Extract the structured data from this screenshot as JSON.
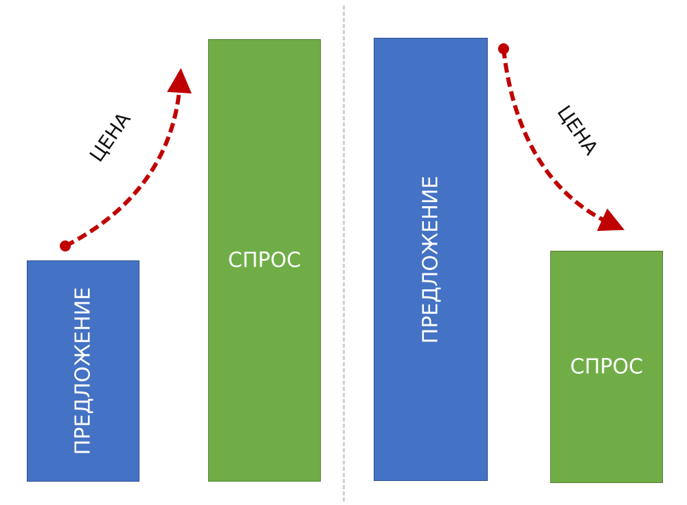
{
  "colors": {
    "supply": "#4472c4",
    "demand": "#70ad47",
    "arrow": "#c00000",
    "divider": "#d0d0d0",
    "label_text": "#ffffff"
  },
  "panels": [
    {
      "name": "left",
      "supply": {
        "label": "ПРЕДЛОЖЕНИЕ",
        "relative_height": "low"
      },
      "demand": {
        "label": "СПРОС",
        "relative_height": "high"
      },
      "price_arrow": {
        "label": "ЦЕНА",
        "direction": "up"
      }
    },
    {
      "name": "right",
      "supply": {
        "label": "ПРЕДЛОЖЕНИЕ",
        "relative_height": "high"
      },
      "demand": {
        "label": "СПРОС",
        "relative_height": "low"
      },
      "price_arrow": {
        "label": "ЦЕНА",
        "direction": "down"
      }
    }
  ]
}
